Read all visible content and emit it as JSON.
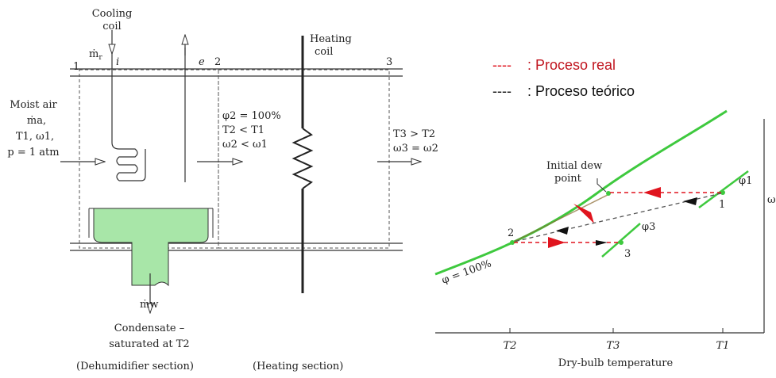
{
  "colors": {
    "saturation_curve": "#3ec93e",
    "condensate_fill": "#a8e6a8",
    "real_process": "#e0141e",
    "theoretical_process": "#111111",
    "stroke": "#333333"
  },
  "schematic": {
    "cooling_coil_label": [
      "Cooling",
      "coil"
    ],
    "coolant_flow": "ṁ",
    "coolant_flow_sub": "r",
    "coil_inlet": "i",
    "coil_outlet": "e",
    "state_labels": [
      "1",
      "2",
      "3"
    ],
    "heating_coil_label": [
      "Heating",
      "coil"
    ],
    "inlet_label": [
      "Moist air",
      "ṁa,",
      "T1, ω1,",
      "p = 1 atm"
    ],
    "state2_label": [
      "φ2 = 100%",
      "T2 < T1",
      "ω2 < ω1"
    ],
    "state3_label": [
      "T3 > T2",
      "ω3 = ω2"
    ],
    "condensate_flow": "ṁw",
    "condensate_label": [
      "Condensate –",
      "saturated at T2"
    ],
    "dehumidifier_section": "(Dehumidifier section)",
    "heating_section": "(Heating section)"
  },
  "legend": {
    "real_dashes": "----",
    "real_label": ": Proceso real",
    "theoretical_dashes": "----",
    "theoretical_label": ": Proceso teórico"
  },
  "psychro": {
    "saturation_label": "φ = 100%",
    "dew_point_label": [
      "Initial dew",
      "point"
    ],
    "phi1": "φ1",
    "phi3": "φ3",
    "state_1": "1",
    "state_2": "2",
    "state_3": "3",
    "y_axis_symbol": "ω",
    "x_ticks": [
      "T2",
      "T3",
      "T1"
    ],
    "x_axis_label": "Dry-bulb temperature"
  }
}
